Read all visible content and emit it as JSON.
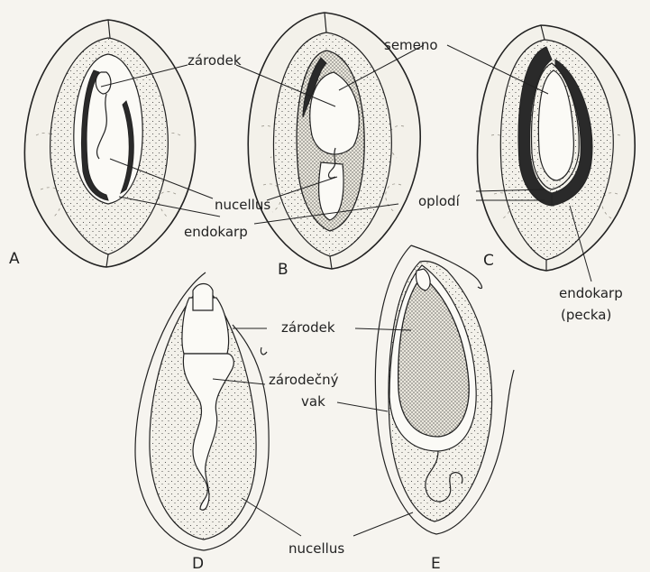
{
  "labels": {
    "zarodek_top": "zárodek",
    "semeno": "semeno",
    "nucellus_top": "nucellus",
    "endokarp_top": "endokarp",
    "oplodi": "oplodí",
    "endokarp_bottom": "endokarp",
    "pecka": "(pecka)",
    "zarodek_bottom": "zárodek",
    "zarodecny": "zárodečný",
    "vak": "vak",
    "nucellus_bottom": "nucellus"
  },
  "panels": {
    "a": "A",
    "b": "B",
    "c": "C",
    "d": "D",
    "e": "E"
  }
}
